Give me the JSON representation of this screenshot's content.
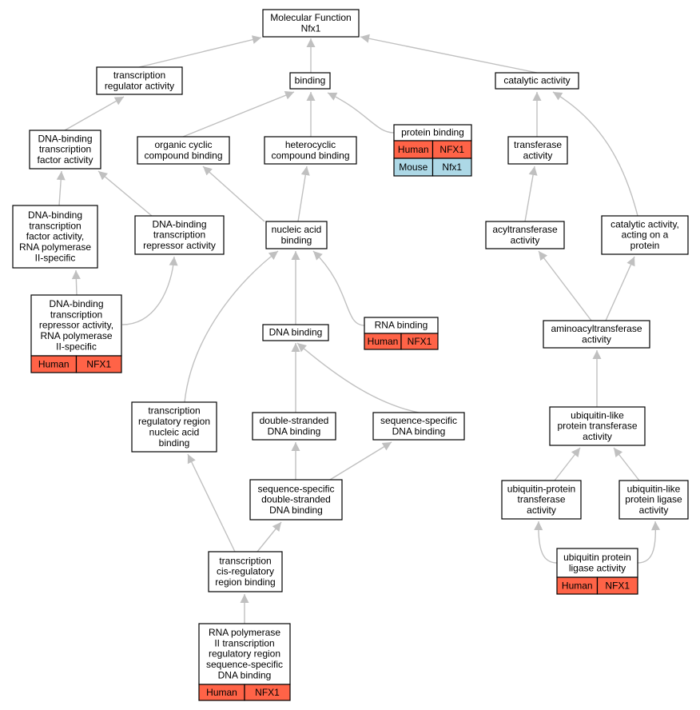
{
  "colors": {
    "human": "#ff6347",
    "mouse": "#add8e6",
    "edge": "#c0c0c0"
  },
  "nodes": {
    "root": [
      "Molecular Function",
      "Nfx1"
    ],
    "transcription_regulator_activity": [
      "transcription",
      "regulator activity"
    ],
    "binding": [
      "binding"
    ],
    "catalytic_activity": [
      "catalytic activity"
    ],
    "dna_binding_tf_activity": [
      "DNA-binding",
      "transcription",
      "factor activity"
    ],
    "organic_cyclic_compound_binding": [
      "organic cyclic",
      "compound binding"
    ],
    "heterocyclic_compound_binding": [
      "heterocyclic",
      "compound binding"
    ],
    "protein_binding": [
      "protein binding"
    ],
    "transferase_activity": [
      "transferase",
      "activity"
    ],
    "dna_binding_tf_pol2": [
      "DNA-binding",
      "transcription",
      "factor activity,",
      "RNA polymerase",
      "II-specific"
    ],
    "dna_binding_repressor": [
      "DNA-binding",
      "transcription",
      "repressor activity"
    ],
    "nucleic_acid_binding": [
      "nucleic acid",
      "binding"
    ],
    "acyltransferase_activity": [
      "acyltransferase",
      "activity"
    ],
    "catalytic_on_protein": [
      "catalytic activity,",
      "acting on a",
      "protein"
    ],
    "dna_binding_repressor_pol2": [
      "DNA-binding",
      "transcription",
      "repressor activity,",
      "RNA polymerase",
      "II-specific"
    ],
    "dna_binding": [
      "DNA binding"
    ],
    "rna_binding": [
      "RNA binding"
    ],
    "aminoacyltransferase_activity": [
      "aminoacyltransferase",
      "activity"
    ],
    "tx_regulatory_region_na_binding": [
      "transcription",
      "regulatory region",
      "nucleic acid",
      "binding"
    ],
    "double_stranded_dna_binding": [
      "double-stranded",
      "DNA binding"
    ],
    "sequence_specific_dna_binding": [
      "sequence-specific",
      "DNA binding"
    ],
    "ubiquitin_like_transferase": [
      "ubiquitin-like",
      "protein transferase",
      "activity"
    ],
    "seq_specific_ds_dna_binding": [
      "sequence-specific",
      "double-stranded",
      "DNA binding"
    ],
    "ubiquitin_protein_transferase": [
      "ubiquitin-protein",
      "transferase",
      "activity"
    ],
    "ubiquitin_like_ligase": [
      "ubiquitin-like",
      "protein ligase",
      "activity"
    ],
    "tx_cis_regulatory_binding": [
      "transcription",
      "cis-regulatory",
      "region binding"
    ],
    "ubiquitin_protein_ligase": [
      "ubiquitin protein",
      "ligase activity"
    ],
    "pol2_tx_regulatory_binding": [
      "RNA polymerase",
      "II transcription",
      "regulatory region",
      "sequence-specific",
      "DNA binding"
    ]
  },
  "annotations": {
    "protein_binding": [
      [
        "Human",
        "NFX1"
      ],
      [
        "Mouse",
        "Nfx1"
      ]
    ],
    "dna_binding_repressor_pol2": [
      [
        "Human",
        "NFX1"
      ]
    ],
    "rna_binding": [
      [
        "Human",
        "NFX1"
      ]
    ],
    "ubiquitin_protein_ligase": [
      [
        "Human",
        "NFX1"
      ]
    ],
    "pol2_tx_regulatory_binding": [
      [
        "Human",
        "NFX1"
      ]
    ]
  }
}
